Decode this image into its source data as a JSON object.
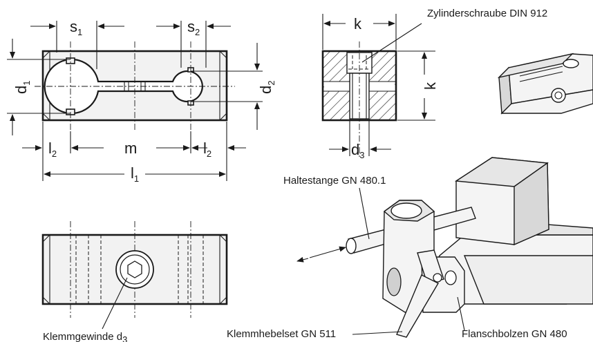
{
  "dimensions": {
    "s1": {
      "base": "s",
      "sub": "1"
    },
    "s2": {
      "base": "s",
      "sub": "2"
    },
    "d1": {
      "base": "d",
      "sub": "1"
    },
    "d2": {
      "base": "d",
      "sub": "2"
    },
    "l2_left": {
      "base": "l",
      "sub": "2"
    },
    "m": {
      "base": "m",
      "sub": ""
    },
    "l2_right": {
      "base": "l",
      "sub": "2"
    },
    "l1": {
      "base": "l",
      "sub": "1"
    },
    "k_top": {
      "base": "k",
      "sub": ""
    },
    "k_side": {
      "base": "k",
      "sub": ""
    },
    "d3": {
      "base": "d",
      "sub": "3"
    }
  },
  "callouts": {
    "cylinder_screw": "Zylinderschraube DIN 912",
    "holding_rod": "Haltestange GN 480.1",
    "clamp_thread": {
      "base": "Klemmgewinde d",
      "sub": "3"
    },
    "clamp_lever_set": "Klemmhebelset GN 511",
    "flange_bolt": "Flanschbolzen GN 480"
  }
}
